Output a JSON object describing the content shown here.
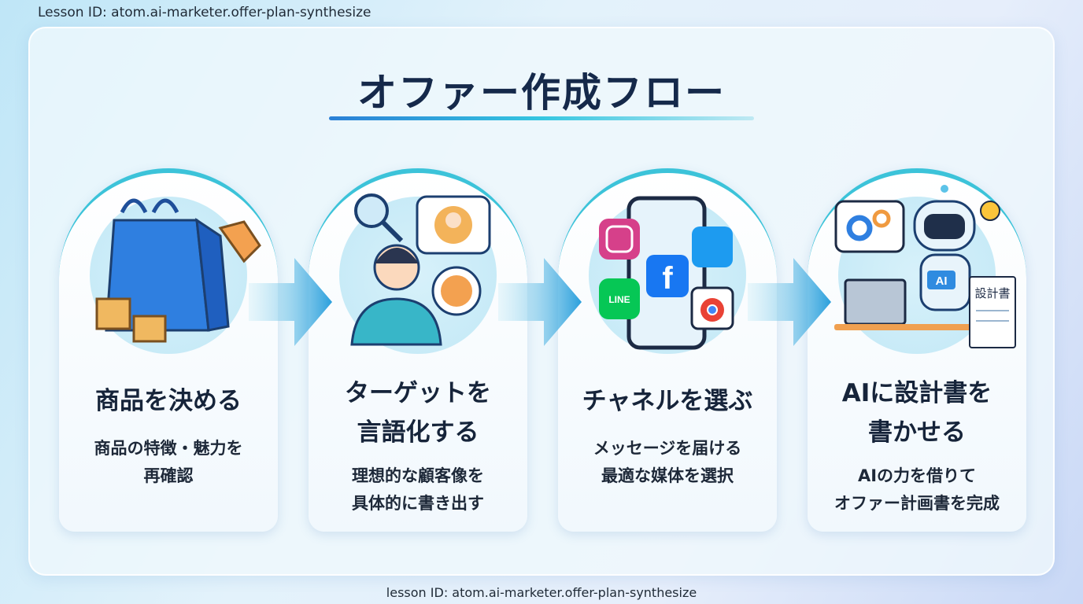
{
  "lesson_id_top": "Lesson ID: atom.ai-marketer.offer-plan-synthesize",
  "lesson_id_bottom": "lesson ID: atom.ai-marketer.offer-plan-synthesize",
  "title": "オファー作成フロー",
  "steps": [
    {
      "title": [
        "商品を決める"
      ],
      "desc": [
        "商品の特徴・魅力を",
        "再確認"
      ],
      "icon": "shopping-bag-icon"
    },
    {
      "title": [
        "ターゲットを",
        "言語化する"
      ],
      "desc": [
        "理想的な顧客像を",
        "具体的に書き出す"
      ],
      "icon": "persona-icon"
    },
    {
      "title": [
        "チャネルを選ぶ"
      ],
      "desc": [
        "メッセージを届ける",
        "最適な媒体を選択"
      ],
      "icon": "smartphone-sns-icon",
      "badges": {
        "line": "LINE",
        "facebook": "f"
      }
    },
    {
      "title": [
        "AIに設計書を",
        "書かせる"
      ],
      "desc": [
        "AIの力を借りて",
        "オファー計画書を完成"
      ],
      "icon": "ai-robot-icon",
      "badges": {
        "robot": "AI",
        "doc": "設計書"
      }
    }
  ],
  "colors": {
    "accent": "#3cc3d9",
    "title": "#15294a",
    "arrow": "#2a9fdc"
  }
}
